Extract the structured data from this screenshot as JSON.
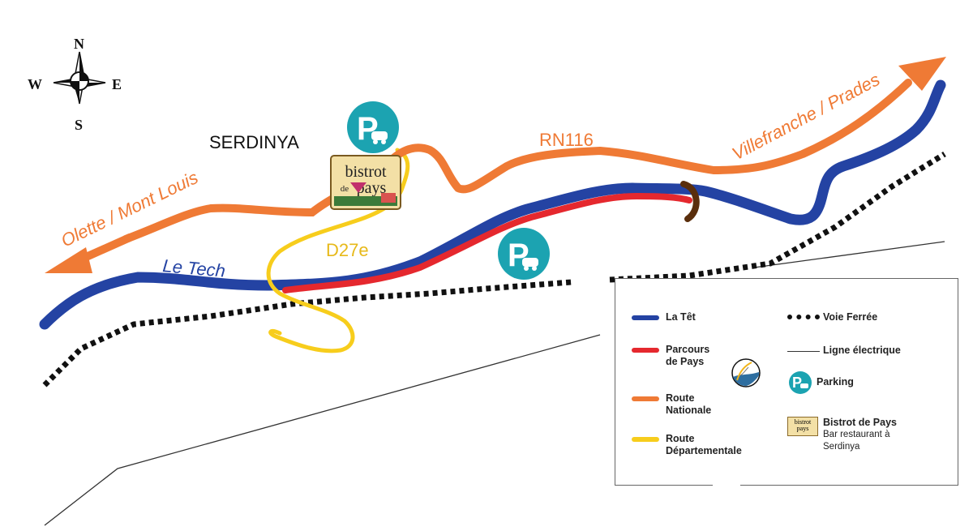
{
  "compass": {
    "n": "N",
    "s": "S",
    "e": "E",
    "w": "W"
  },
  "town": "SERDINYA",
  "bistrot_sign": {
    "line1": "bistrot",
    "line2": "de",
    "line3": "pays"
  },
  "route_labels": {
    "olette": "Olette / Mont Louis",
    "rn116": "RN116",
    "villefranche": "Villefranche / Prades",
    "le_tech": "Le Tech",
    "d27e": "D27e"
  },
  "parking_letter": "P",
  "colors": {
    "river": "#2443a3",
    "parcours": "#e5282e",
    "route_nationale": "#ef7a35",
    "route_departementale": "#f7cd1c",
    "parking": "#1ca3b1",
    "railway": "#111111"
  },
  "legend": {
    "la_tet": "La Têt",
    "parcours": "Parcours\nde Pays",
    "route_nationale": "Route\nNationale",
    "route_departementale": "Route\nDépartementale",
    "voie_ferree": "Voie Ferrée",
    "ligne_electrique": "Ligne électrique",
    "parking": "Parking",
    "bistrot_title": "Bistrot de Pays",
    "bistrot_sub": "Bar restaurant à\nSerdinya"
  }
}
